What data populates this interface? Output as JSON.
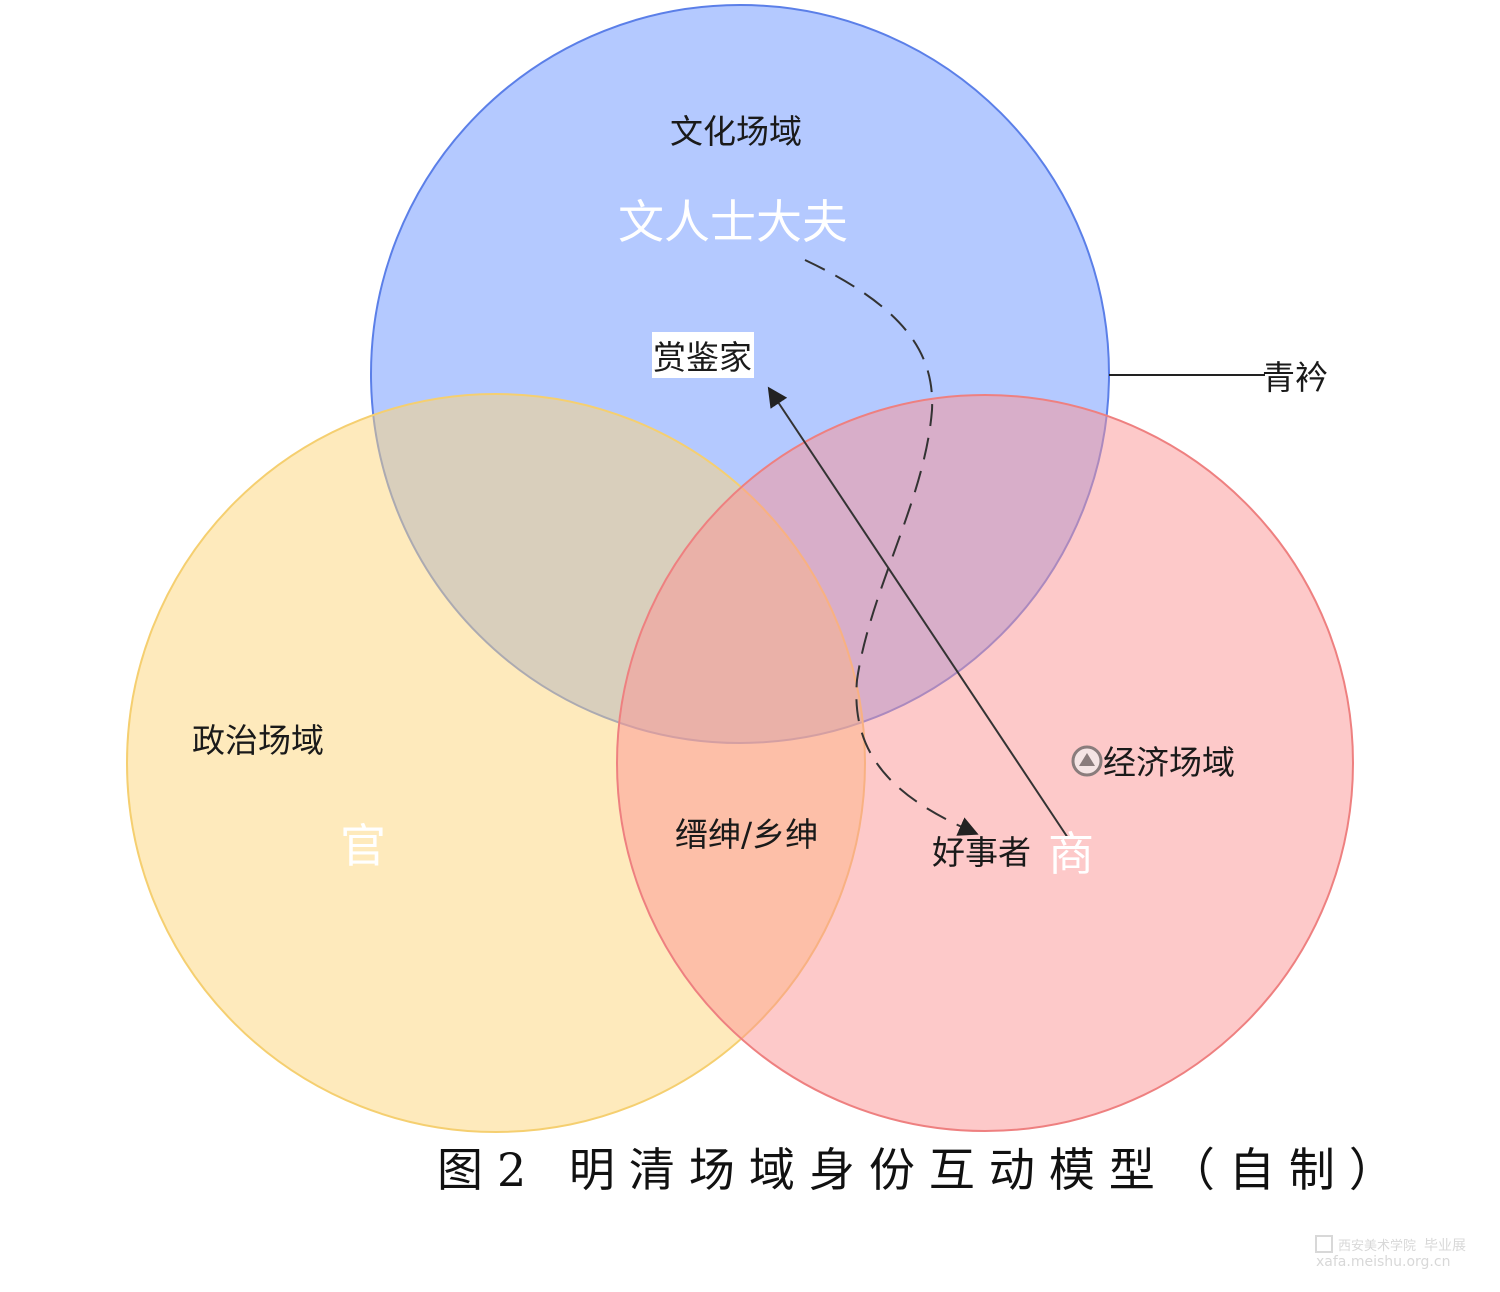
{
  "diagram": {
    "circles": [
      {
        "id": "culture",
        "field_label": "文化场域",
        "role_label": "文人士大夫",
        "color": "#6f98ff",
        "stroke": "#5b7fe8"
      },
      {
        "id": "politics",
        "field_label": "政治场域",
        "role_label": "官",
        "color": "#fdd67a",
        "stroke": "#f5cf70"
      },
      {
        "id": "economy",
        "field_label": "经济场域",
        "role_label": "商",
        "color": "#fb9494",
        "stroke": "#ee8080"
      }
    ],
    "connoisseur_label": "赏鉴家",
    "gentry_label": "缙绅/乡绅",
    "amateur_label": "好事者",
    "scholar_label": "青衿",
    "economy_icon": "up-triangle-circle-icon"
  },
  "caption": "图2 明清场域身份互动模型（自制）",
  "watermark": {
    "school": "西安美术学院",
    "event": "毕业展",
    "url": "xafa.meishu.org.cn"
  }
}
